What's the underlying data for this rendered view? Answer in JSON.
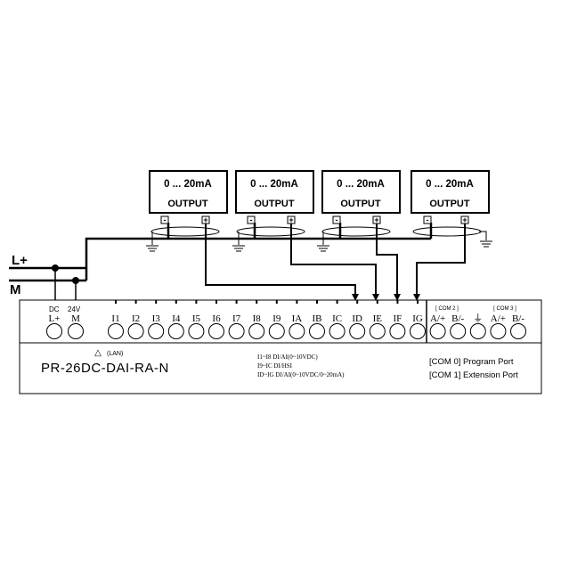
{
  "power": {
    "positive_label": "L+",
    "negative_label": "M"
  },
  "output_modules": [
    {
      "range": "0 ... 20mA",
      "label": "OUTPUT",
      "minus": "-",
      "plus": "+"
    },
    {
      "range": "0 ... 20mA",
      "label": "OUTPUT",
      "minus": "-",
      "plus": "+"
    },
    {
      "range": "0 ... 20mA",
      "label": "OUTPUT",
      "minus": "-",
      "plus": "+"
    },
    {
      "range": "0 ... 20mA",
      "label": "OUTPUT",
      "minus": "-",
      "plus": "+"
    }
  ],
  "controller": {
    "supply_labels": {
      "dc": "DC",
      "voltage": "24V",
      "plus": "L+",
      "minus": "M"
    },
    "terminal_labels": [
      "I1",
      "I2",
      "I3",
      "I4",
      "I5",
      "I6",
      "I7",
      "I8",
      "I9",
      "IA",
      "IB",
      "IC",
      "ID",
      "IE",
      "IF",
      "IG",
      "A/+",
      "B/-",
      "⏚",
      "A/+",
      "B/-"
    ],
    "com2_label": "[ COM 2 ]",
    "com3_label": "[ COM 3 ]",
    "lan_symbol": "△",
    "lan_label": "(LAN)",
    "model": "PR-26DC-DAI-RA-N",
    "specs": [
      "I1~I8 DI/AI(0~10VDC)",
      "I9~IC DI/HSI",
      "ID~IG DI/AI(0~10VDC/0~20mA)"
    ],
    "ports": [
      "[COM 0] Program Port",
      "[COM 1] Extension Port"
    ]
  }
}
